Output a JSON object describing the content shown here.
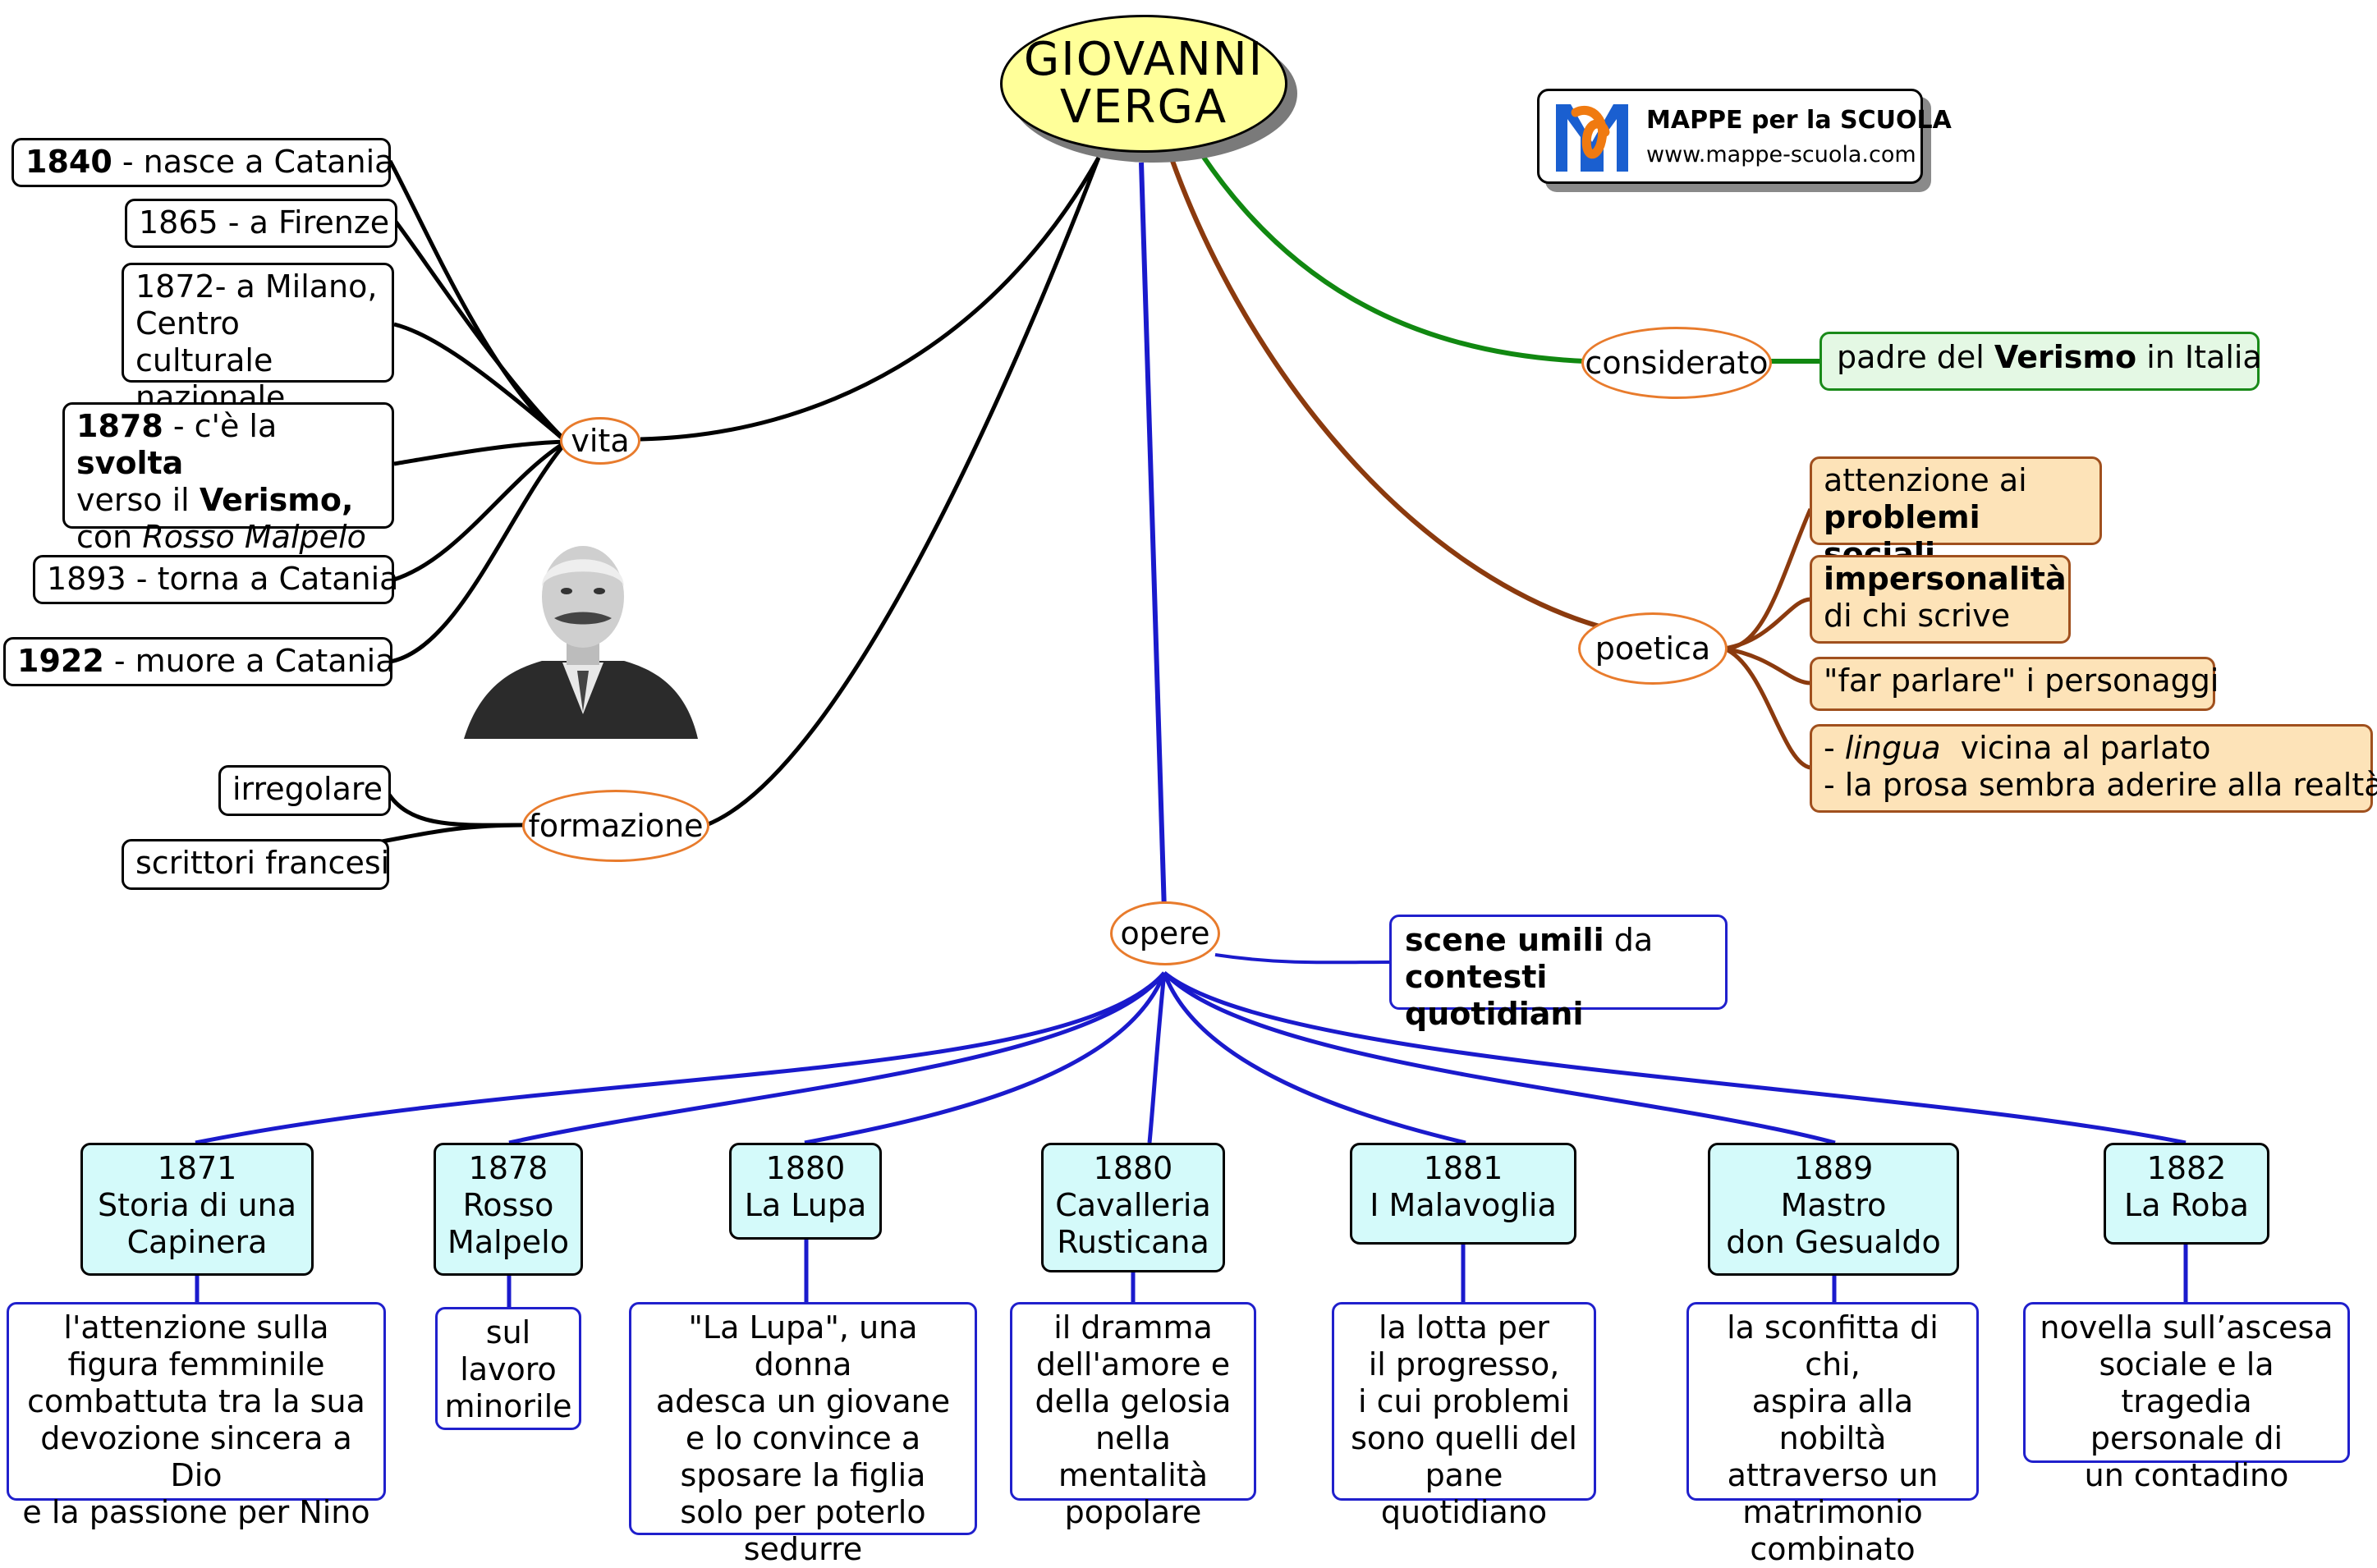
{
  "central": {
    "line1": "GIOVANNI",
    "line2": "VERGA"
  },
  "logo": {
    "title": "MAPPE per la SCUOLA",
    "url": "www.mappe-scuola.com"
  },
  "colors": {
    "central_fill": "#ffff99",
    "vita_lines": "#000000",
    "considerato_line": "#008000",
    "poetica_lines": "#8b3a0e",
    "opere_lines": "#1a1acc",
    "oval_border": "#e87b2c"
  },
  "vita": {
    "label": "vita",
    "items": [
      {
        "bold": "1840",
        "text": " - nasce a Catania"
      },
      {
        "text": "1865 - a Firenze"
      },
      {
        "l1": "1872- a Milano,",
        "l2": "Centro culturale",
        "l3": "nazionale"
      },
      {
        "bold1": "1878",
        "t1": " - c'è la ",
        "bold2": "svolta",
        "t2": "verso il ",
        "bold3": "Verismo,",
        "t3": "con ",
        "ital": "Rosso Malpelo"
      },
      {
        "text": "1893 - torna a Catania"
      },
      {
        "bold": "1922",
        "text": " - muore a Catania"
      }
    ]
  },
  "formazione": {
    "label": "formazione",
    "items": [
      "irregolare",
      "scrittori francesi"
    ]
  },
  "considerato": {
    "label": "considerato",
    "pre": "padre del ",
    "bold": "Verismo",
    "post": " in Italia"
  },
  "poetica": {
    "label": "poetica",
    "items": [
      {
        "l1": "attenzione ai",
        "l2b": "problemi sociali"
      },
      {
        "l1b": "impersonalità",
        "l2": "di chi scrive"
      },
      {
        "text": "\"far parlare\" i personaggi"
      },
      {
        "pre": "- ",
        "ital": "lingua",
        "post": "  vicina al parlato",
        "l2": "- la prosa sembra aderire alla realtà"
      }
    ]
  },
  "opere": {
    "label": "opere",
    "note": {
      "b1": "scene umili",
      "t1": " da",
      "b2": "contesti quotidiani"
    },
    "works": [
      {
        "year": "1871",
        "title": [
          "Storia di una",
          "Capinera"
        ],
        "desc": [
          "l'attenzione sulla",
          "figura femminile",
          "combattuta tra la sua",
          "devozione sincera a Dio",
          "e la passione per Nino"
        ]
      },
      {
        "year": "1878",
        "title": [
          "Rosso",
          "Malpelo"
        ],
        "desc": [
          "sul",
          "lavoro",
          "minorile"
        ]
      },
      {
        "year": "1880",
        "title": [
          "La Lupa"
        ],
        "desc": [
          "\"La Lupa\", una donna",
          "adesca un giovane",
          "e lo convince a",
          "sposare la figlia",
          "solo per poterlo",
          "sedurre"
        ]
      },
      {
        "year": "1880",
        "title": [
          "Cavalleria",
          "Rusticana"
        ],
        "desc": [
          "il dramma",
          "dell'amore e",
          "della gelosia",
          "nella mentalità",
          "popolare"
        ]
      },
      {
        "year": "1881",
        "title": [
          "I Malavoglia"
        ],
        "desc": [
          "la lotta per",
          "il progresso,",
          "i cui problemi",
          "sono quelli del",
          "pane quotidiano"
        ]
      },
      {
        "year": "1889",
        "title": [
          "Mastro",
          "don Gesualdo"
        ],
        "desc": [
          "la sconfitta di chi,",
          "aspira alla nobiltà",
          "attraverso un",
          "matrimonio",
          "combinato"
        ]
      },
      {
        "year": "1882",
        "title": [
          "La Roba"
        ],
        "desc": [
          "novella sull’ascesa",
          "sociale e la tragedia",
          "personale di",
          "un contadino"
        ]
      }
    ]
  }
}
